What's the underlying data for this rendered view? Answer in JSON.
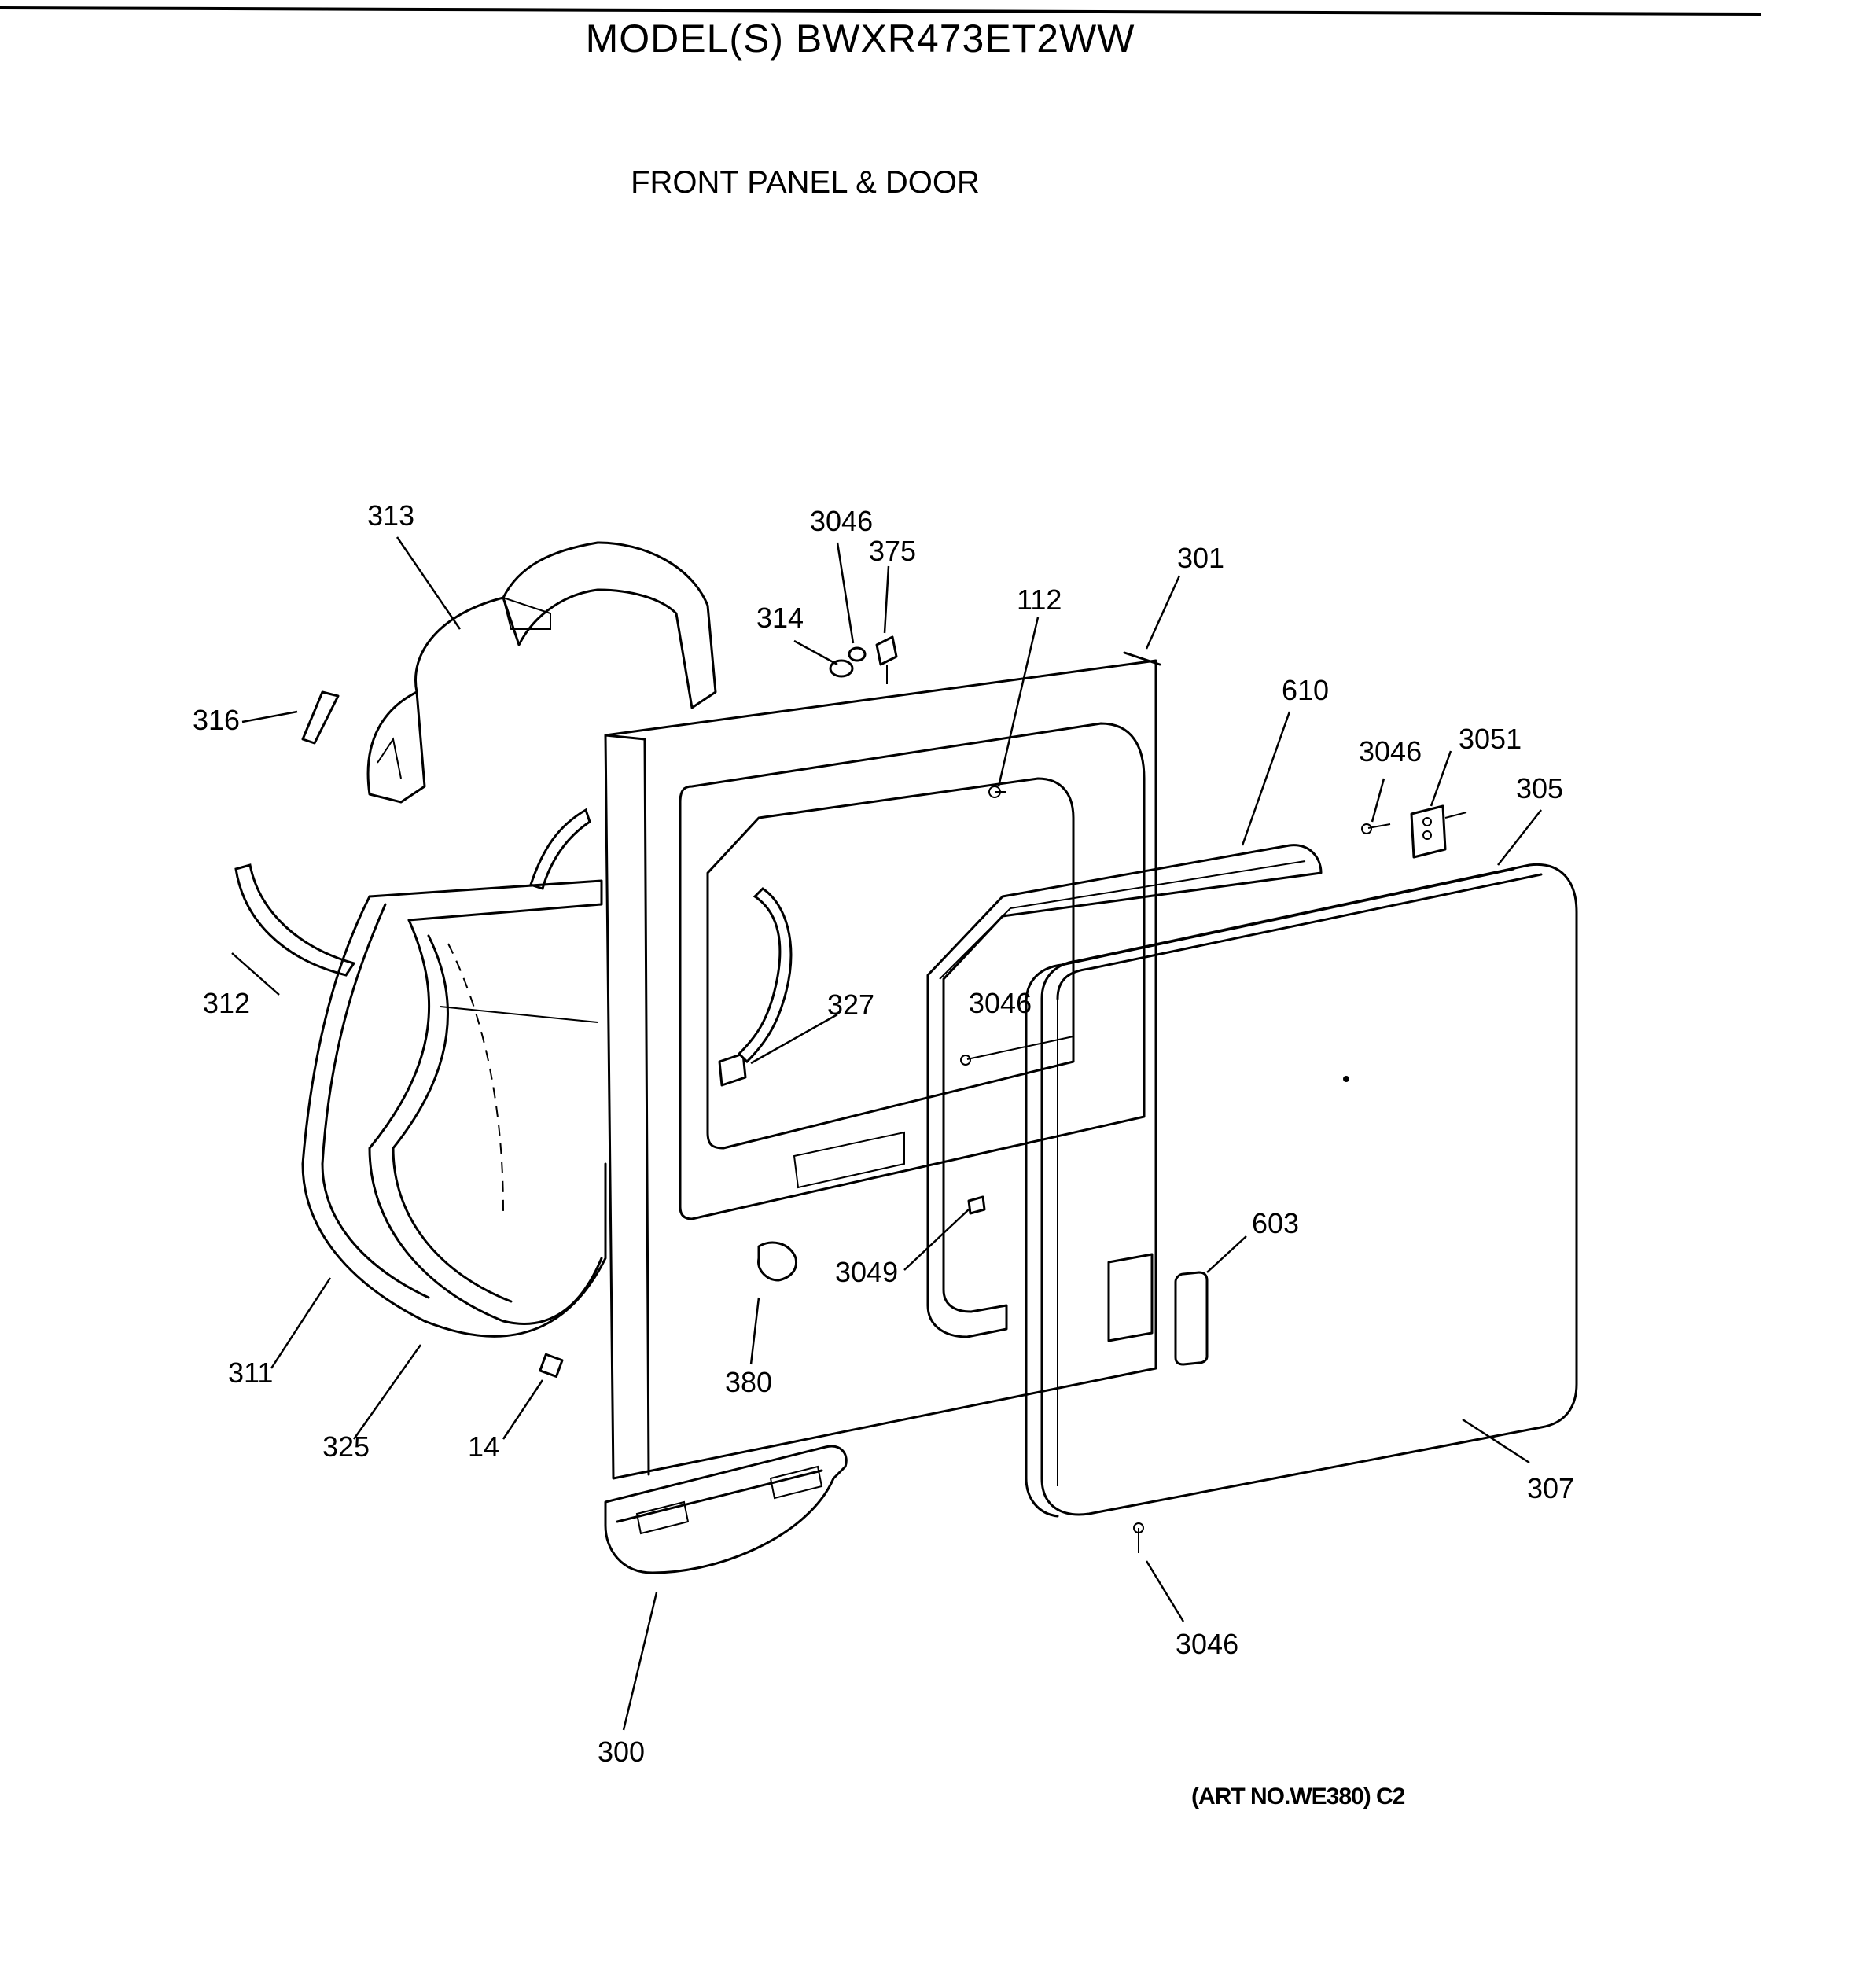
{
  "header": {
    "model": "MODEL(S) BWXR473ET2WW",
    "section": "FRONT PANEL & DOOR"
  },
  "footer": {
    "art_number": "(ART NO.WE380) C2"
  },
  "callouts": {
    "c313": "313",
    "c3046_top": "3046",
    "c375": "375",
    "c314": "314",
    "c301": "301",
    "c112": "112",
    "c316": "316",
    "c610": "610",
    "c3046_hinge": "3046",
    "c3051": "3051",
    "c305": "305",
    "c312": "312",
    "c327": "327",
    "c3046_door": "3046",
    "c603": "603",
    "c3049": "3049",
    "c311": "311",
    "c380": "380",
    "c325": "325",
    "c14": "14",
    "c307": "307",
    "c3046_bottom": "3046",
    "c300": "300"
  },
  "icons": {
    "bulkhead": "front-bulkhead-icon",
    "front_panel": "front-panel-icon",
    "door": "door-icon",
    "control_panel": "control-panel-icon"
  }
}
